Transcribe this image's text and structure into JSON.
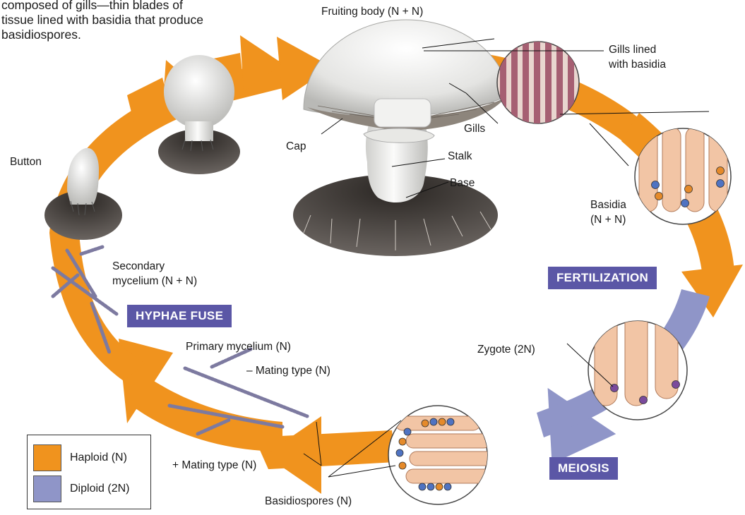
{
  "caption": {
    "line1": "composed of gills—thin blades of",
    "line2": "tissue lined with basidia that produce",
    "line3": "basidiospores."
  },
  "labels": {
    "fruiting_body": "Fruiting body (N + N)",
    "gills_lined_1": "Gills lined",
    "gills_lined_2": "with basidia",
    "gills": "Gills",
    "cap": "Cap",
    "stalk": "Stalk",
    "base": "Base",
    "button": "Button",
    "basidia_1": "Basidia",
    "basidia_2": "(N + N)",
    "secondary_1": "Secondary",
    "secondary_2": "mycelium (N + N)",
    "primary": "Primary mycelium (N)",
    "minus_mating": "– Mating type (N)",
    "plus_mating": "+ Mating type (N)",
    "zygote": "Zygote (2N)",
    "basidiospores": "Basidiospores (N)"
  },
  "stages": {
    "fertilization": "FERTILIZATION",
    "hyphae_fuse": "HYPHAE FUSE",
    "meiosis": "MEIOSIS"
  },
  "legend": {
    "haploid": "Haploid (N)",
    "diploid": "Diploid (2N)"
  },
  "colors": {
    "haploid": "#f0931e",
    "diploid": "#8f95c8",
    "stage_box": "#5b57a6",
    "cell": "#f2c5a5",
    "nucleus_blue": "#4f73c2",
    "nucleus_orange": "#e58a2a",
    "nucleus_purple": "#7a4a9c"
  }
}
